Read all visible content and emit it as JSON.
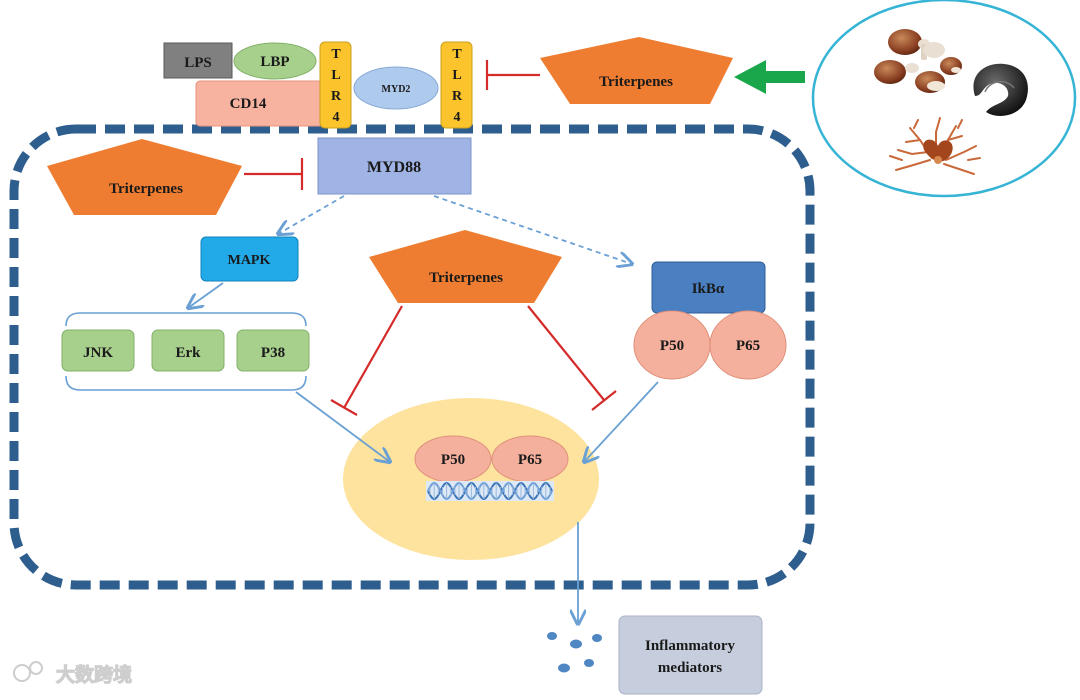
{
  "colors": {
    "pentagon": "#ee7d31",
    "inhibit": "#d42a2a",
    "arrow": "#6aa0d4",
    "green_arrow": "#1aa64a",
    "cell_border": "#2e5e8e",
    "circle_border": "#35b4d6",
    "myd88": "#9fb4e4",
    "mapk": "#21a9e8",
    "ikba": "#4a7fc1",
    "kinase": "#a8d08d",
    "subunit": "#f4b09c",
    "nucleus": "#fde39e",
    "tlr": "#fbc42c",
    "cd14": "#f7b2a0",
    "lbp": "#a8d08d",
    "lps": "#808080",
    "myd2": "#aecbee",
    "mediators_box": "#c6cedd",
    "dots": "#4f87c2"
  },
  "icons": {
    "fungi": "mushroom-fungi-icon",
    "dna": "dna-helix-icon"
  },
  "labels": {
    "lps": "LPS",
    "lbp": "LBP",
    "cd14": "CD14",
    "tlr4_left": [
      "T",
      "L",
      "R",
      "4"
    ],
    "tlr4_right": [
      "T",
      "L",
      "R",
      "4"
    ],
    "myd2": "MYD2",
    "myd88": "MYD88",
    "mapk": "MAPK",
    "jnk": "JNK",
    "erk": "Erk",
    "p38": "P38",
    "ikba": "IkBα",
    "p50_cyto": "P50",
    "p65_cyto": "P65",
    "p50_nuc": "P50",
    "p65_nuc": "P65",
    "triterpenes_top": "Triterpenes",
    "triterpenes_left": "Triterpenes",
    "triterpenes_center": "Triterpenes",
    "mediators": [
      "Inflammatory",
      "mediators"
    ]
  },
  "watermark": "大数跨境"
}
